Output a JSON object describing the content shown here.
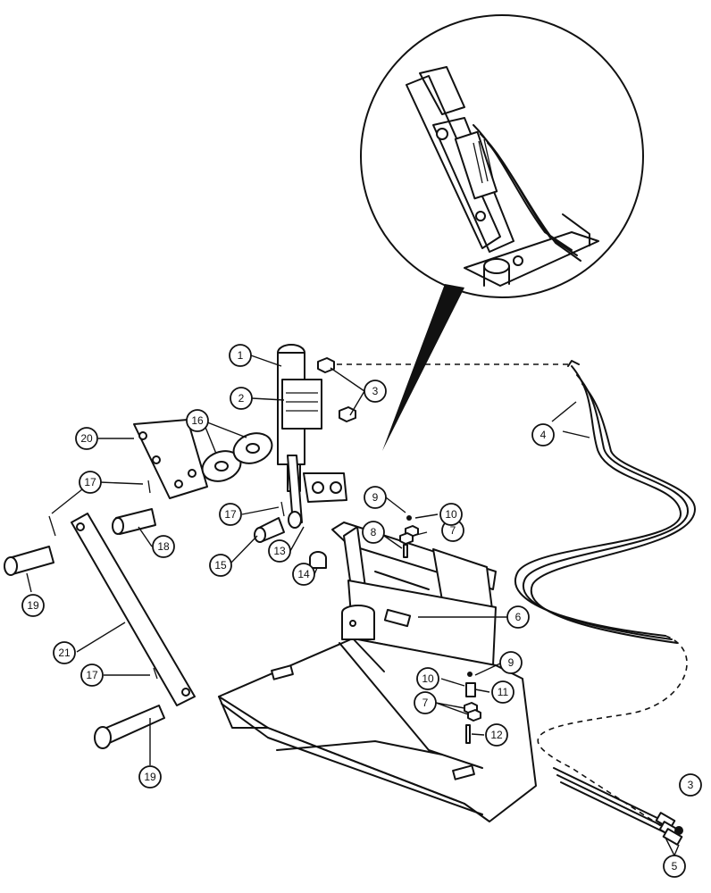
{
  "diagram": {
    "callouts": [
      {
        "id": "c1",
        "label": "1"
      },
      {
        "id": "c2",
        "label": "2"
      },
      {
        "id": "c3a",
        "label": "3"
      },
      {
        "id": "c3b",
        "label": "3"
      },
      {
        "id": "c4",
        "label": "4"
      },
      {
        "id": "c5",
        "label": "5"
      },
      {
        "id": "c6",
        "label": "6"
      },
      {
        "id": "c7a",
        "label": "7"
      },
      {
        "id": "c7b",
        "label": "7"
      },
      {
        "id": "c8",
        "label": "8"
      },
      {
        "id": "c9a",
        "label": "9"
      },
      {
        "id": "c9b",
        "label": "9"
      },
      {
        "id": "c10a",
        "label": "10"
      },
      {
        "id": "c10b",
        "label": "10"
      },
      {
        "id": "c11",
        "label": "11"
      },
      {
        "id": "c12",
        "label": "12"
      },
      {
        "id": "c13",
        "label": "13"
      },
      {
        "id": "c14",
        "label": "14"
      },
      {
        "id": "c15",
        "label": "15"
      },
      {
        "id": "c16",
        "label": "16"
      },
      {
        "id": "c17a",
        "label": "17"
      },
      {
        "id": "c17b",
        "label": "17"
      },
      {
        "id": "c17c",
        "label": "17"
      },
      {
        "id": "c18",
        "label": "18"
      },
      {
        "id": "c19a",
        "label": "19"
      },
      {
        "id": "c19b",
        "label": "19"
      },
      {
        "id": "c20",
        "label": "20"
      },
      {
        "id": "c21",
        "label": "21"
      }
    ]
  }
}
